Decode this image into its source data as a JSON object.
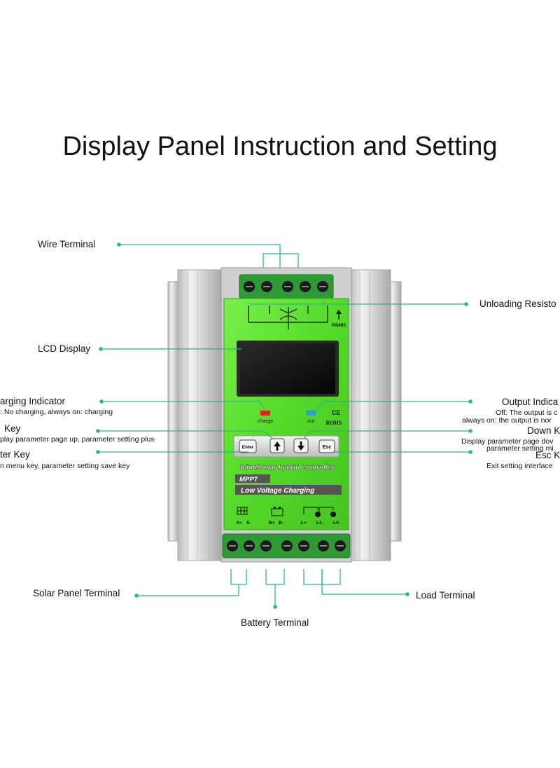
{
  "title": "Display Panel Instruction and Setting",
  "device": {
    "panel_name": "Wind/Solar hybrid controller",
    "badge_mppt": "MPPT",
    "badge_low_voltage": "Low Voltage Charging",
    "rs485": "RS485",
    "charge_led_label": "charge",
    "out_led_label": "out",
    "ce_mark": "CE",
    "rohs_mark": "ROHS",
    "buttons": {
      "enter": "Enter",
      "esc": "Esc"
    },
    "terminal_marks": [
      "S+",
      "S-",
      "B+",
      "B-",
      "L+",
      "L1-",
      "L2-"
    ]
  },
  "labels": {
    "wire_terminal": "Wire Terminal",
    "unloading_resistor": "Unloading Resisto",
    "lcd_display": "LCD Display",
    "charging_indicator": "arging Indicator",
    "charging_indicator_desc": ": No charging, always on: charging",
    "up_key": "Key",
    "up_key_desc": "play parameter page up, parameter setting plus",
    "enter_key": "ter Key",
    "enter_key_desc": "n menu key, parameter setting save key",
    "output_indicator": "Output Indica",
    "output_indicator_desc1": "Off: The output is c",
    "output_indicator_desc2": "always on: the output is nor",
    "down_key": "Down K",
    "down_key_desc1": "Display parameter page dov",
    "down_key_desc2": "parameter setting mi",
    "esc_key": "Esc K",
    "esc_key_desc": "Exit setting interface",
    "solar_panel_terminal": "Solar Panel Terminal",
    "battery_terminal": "Battery Terminal",
    "load_terminal": "Load Terminal"
  },
  "colors": {
    "callout": "#2bb58c",
    "panel_green": "#55dd2a",
    "terminal_green": "#2f9a35",
    "housing": "#d8d8d8"
  }
}
